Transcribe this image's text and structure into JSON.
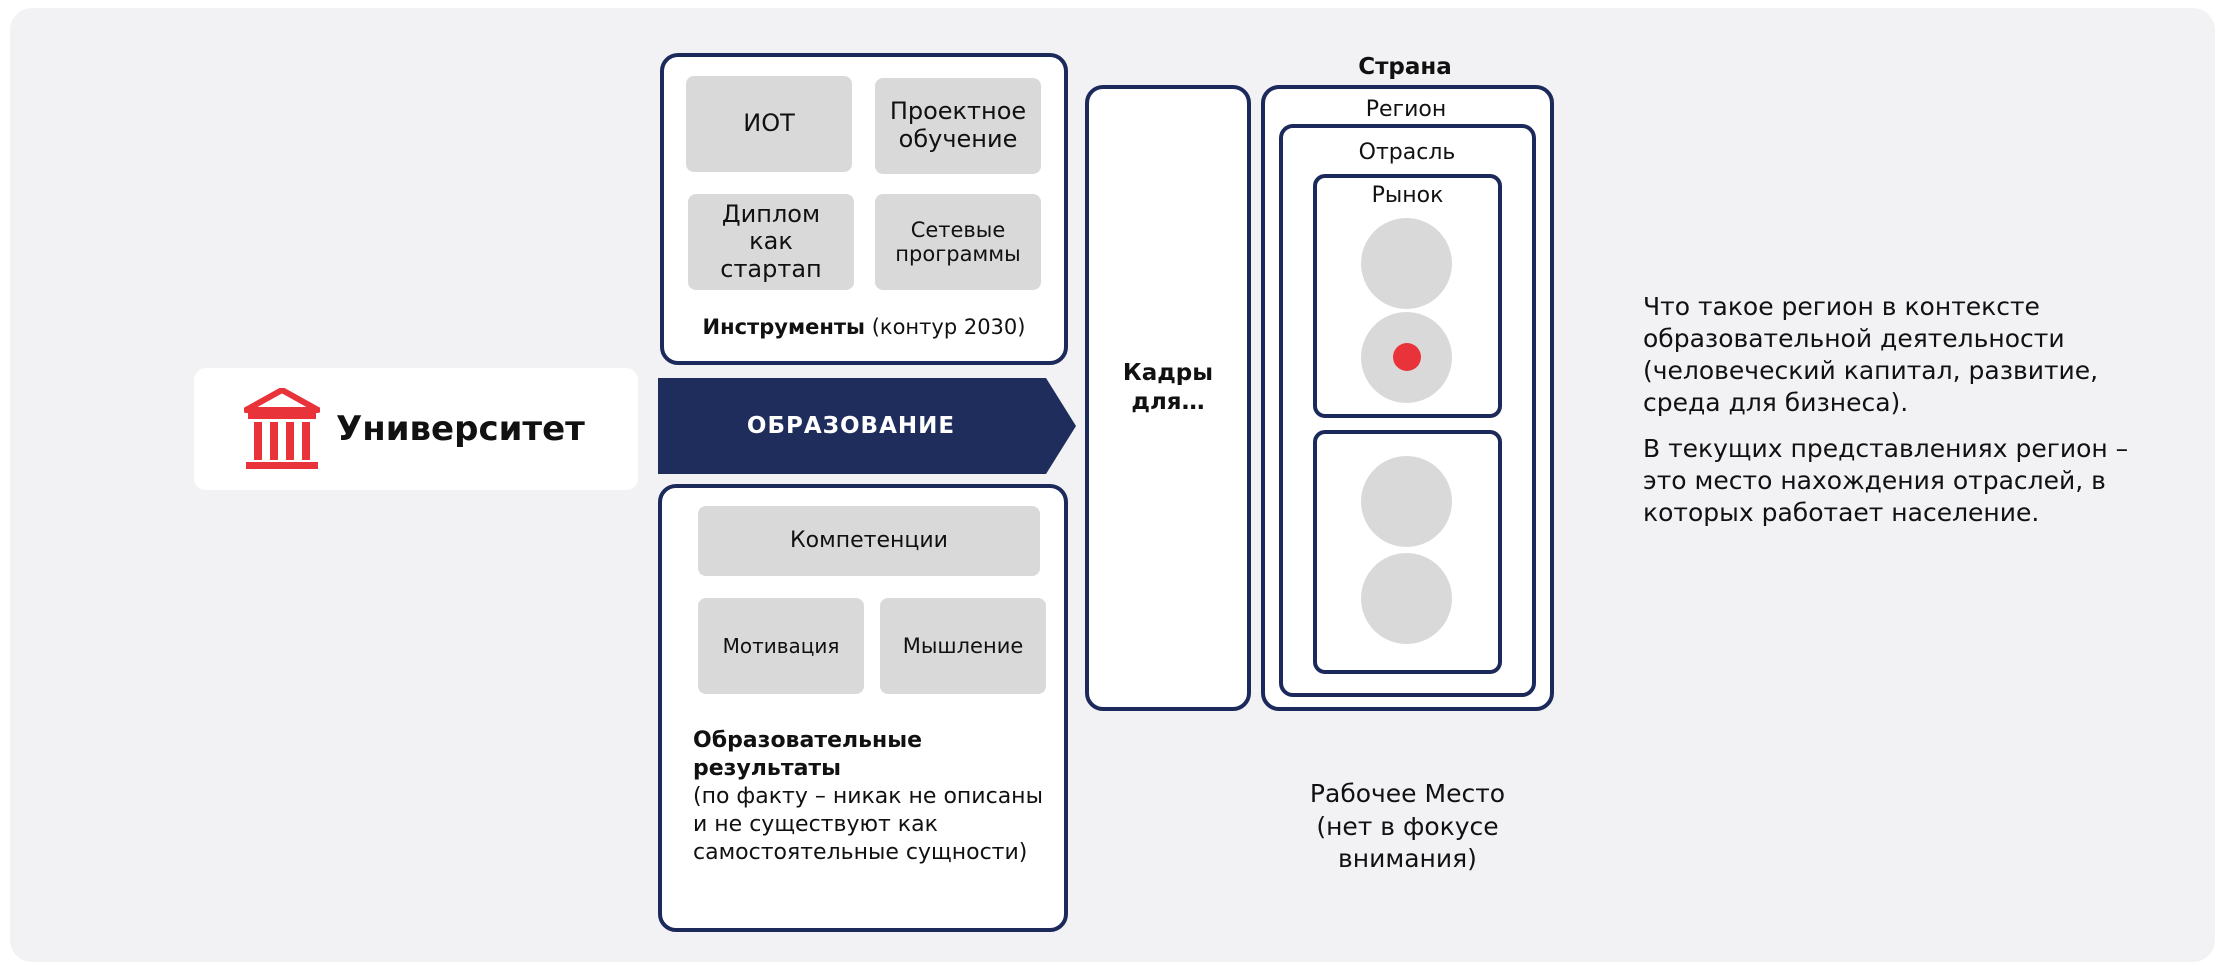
{
  "university": {
    "label": "Университет",
    "icon": "university-building-icon",
    "icon_color": "#e8333a"
  },
  "tools": {
    "items": [
      "ИОТ",
      "Проектное обучение",
      "Диплом как стартап",
      "Сетевые программы"
    ],
    "caption_bold": "Инструменты",
    "caption_rest": " (контур 2030)"
  },
  "education": {
    "label": "ОБРАЗОВАНИЕ",
    "color": "#1f2d5c"
  },
  "results": {
    "items": [
      "Компетенции",
      "Мотивация",
      "Мышление"
    ],
    "title": "Образовательные результаты",
    "note": "(по факту – никак не описаны и не существуют как самостоятельные сущности)"
  },
  "staff": {
    "label": "Кадры для…"
  },
  "levels": {
    "country": "Страна",
    "region": "Регион",
    "industry": "Отрасль",
    "market": "Рынок"
  },
  "workplace": {
    "label": "Рабочее Место (нет в фокусе внимания)"
  },
  "side_text": {
    "p1": "Что такое регион в контексте образовательной деятельности (человеческий капитал, развитие, среда для бизнеса).",
    "p2": "В текущих представлениях регион – это место нахождения отраслей, в которых работает население."
  },
  "colors": {
    "navy": "#1b2a5a",
    "accent_red": "#e8333a",
    "grey_fill": "#d9d9d9",
    "background": "#f2f2f5"
  }
}
